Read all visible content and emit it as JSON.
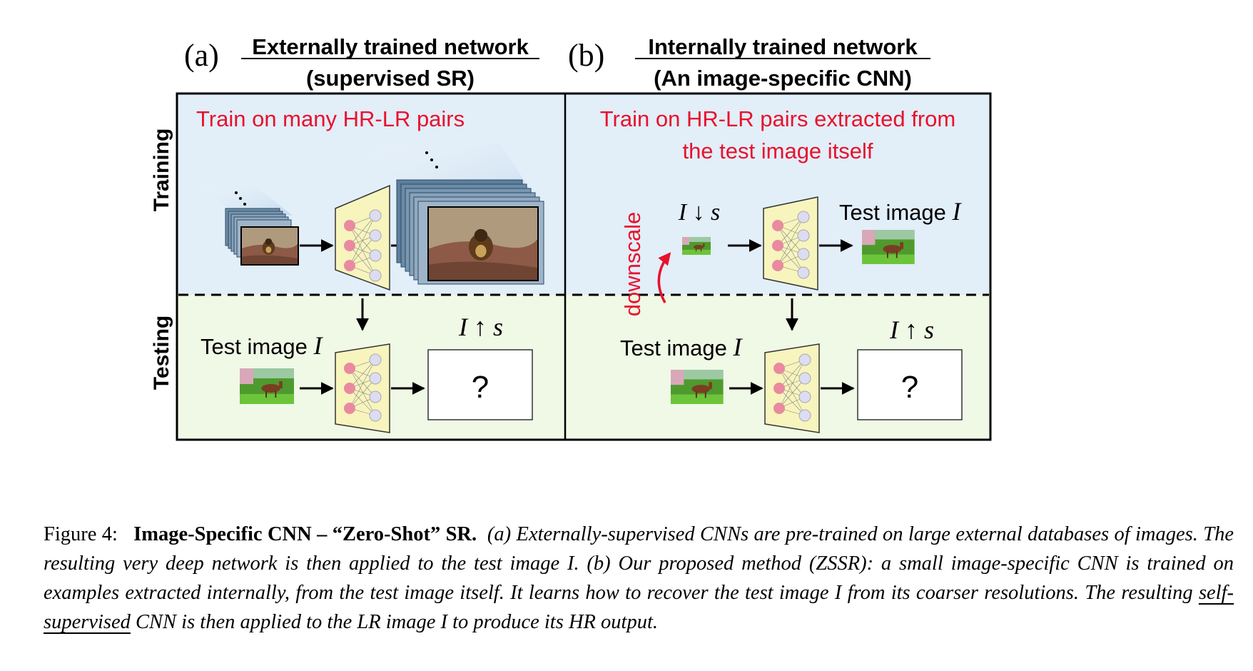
{
  "panel_a": {
    "letter": "(a)",
    "title_line1": "Externally trained network",
    "title_line2": "(supervised SR)",
    "training_note": "Train on many HR-LR pairs",
    "test_label": "Test image",
    "test_var": "I",
    "output_label": "I ↑ s",
    "output_placeholder": "?"
  },
  "panel_b": {
    "letter": "(b)",
    "title_line1": "Internally trained network",
    "title_line2": "(An image-specific CNN)",
    "training_note_line1": "Train on HR-LR pairs extracted from",
    "training_note_line2": "the test image itself",
    "downscaled_label": "I ↓ s",
    "downscale_label": "downscale",
    "test_label": "Test image",
    "test_var": "I",
    "output_label": "I ↑ s",
    "output_placeholder": "?"
  },
  "rows": {
    "training": "Training",
    "testing": "Testing"
  },
  "colors": {
    "training_bg": "#e2eef8",
    "testing_bg": "#f0f8e6",
    "accent_red": "#e8112d",
    "node_pink": "#e98aa0",
    "node_lilac": "#dcdcf2",
    "trapezoid_fill": "#f7f4bd"
  },
  "caption": {
    "figure_label": "Figure 4:",
    "bold_title": "Image-Specific CNN – “Zero-Shot” SR.",
    "part_a": "(a) Externally-supervised CNNs are pre-trained on large external databases of images. The resulting very deep network is then applied to the test image",
    "var_1": "I",
    "part_b": ". (b) Our proposed method (ZSSR): a small image-specific CNN is trained on examples extracted internally, from the test image itself. It learns how to recover the test image",
    "var_2": "I",
    "part_c": "from its coarser resolutions. The resulting",
    "underlined": "self-supervised",
    "part_d": "CNN is then applied to the LR image",
    "var_3": "I",
    "part_e": "to produce its HR output."
  }
}
